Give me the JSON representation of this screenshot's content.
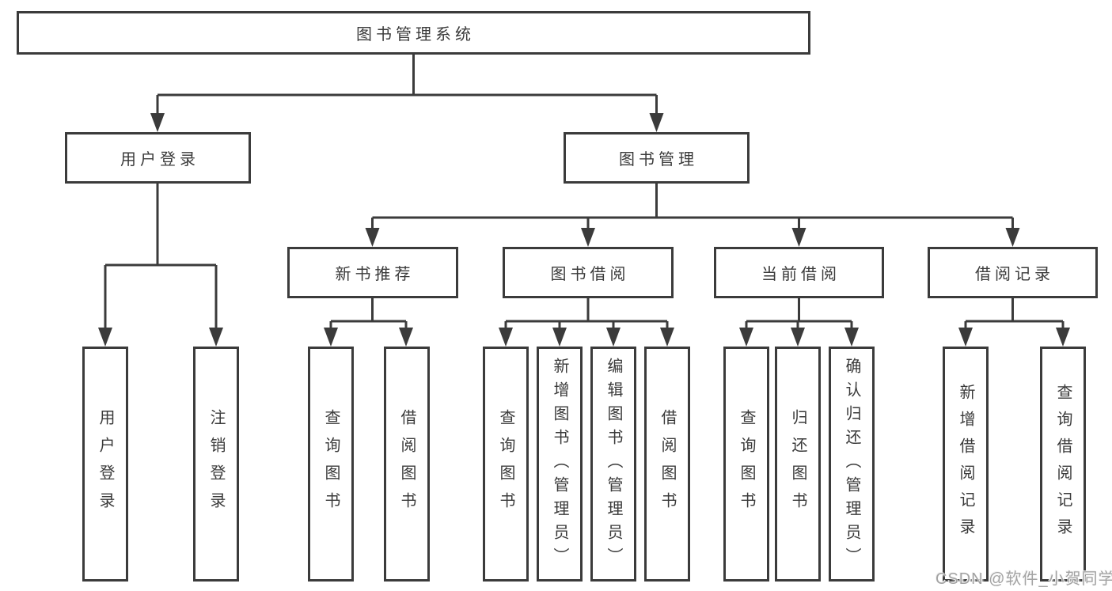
{
  "diagram": {
    "root": {
      "label": "图书管理系统"
    },
    "level2": {
      "user_login": {
        "label": "用户登录"
      },
      "book_mgmt": {
        "label": "图书管理"
      }
    },
    "level3": {
      "new_rec": {
        "label": "新书推荐"
      },
      "book_borrow": {
        "label": "图书借阅"
      },
      "current_borrow": {
        "label": "当前借阅"
      },
      "borrow_records": {
        "label": "借阅记录"
      }
    },
    "leaves": {
      "user_login": {
        "label": "用户登录"
      },
      "logout": {
        "label": "注销登录"
      },
      "rec_query": {
        "label": "查询图书"
      },
      "rec_borrow": {
        "label": "借阅图书"
      },
      "bb_query": {
        "label": "查询图书"
      },
      "bb_add": {
        "label": "新增图书（管理员）"
      },
      "bb_edit": {
        "label": "编辑图书（管理员）"
      },
      "bb_borrow": {
        "label": "借阅图书"
      },
      "cb_query": {
        "label": "查询图书"
      },
      "cb_return": {
        "label": "归还图书"
      },
      "cb_confirm": {
        "label": "确认归还（管理员）"
      },
      "br_add": {
        "label": "新增借阅记录"
      },
      "br_query": {
        "label": "查询借阅记录"
      }
    }
  },
  "watermark": {
    "text": "CSDN @软件_小贺同学"
  },
  "colors": {
    "line": "#3b3b3b",
    "text": "#3a3a3a",
    "background": "#ffffff",
    "watermark_text": "#a3a3a3"
  }
}
